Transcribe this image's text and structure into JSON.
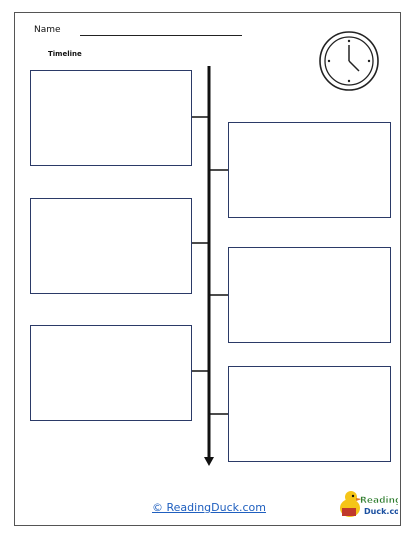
{
  "header": {
    "name_label": "Name",
    "title": "Timeline"
  },
  "footer": {
    "link_text": "© ReadingDuck.com"
  },
  "logo": {
    "line1": "Reading",
    "line2": "Duck.com"
  },
  "icons": {
    "clock": "clock-icon",
    "logo": "reading-duck-logo"
  },
  "colors": {
    "box_border": "#2b3a67",
    "link": "#1f5fbf",
    "page_border": "#555555"
  }
}
